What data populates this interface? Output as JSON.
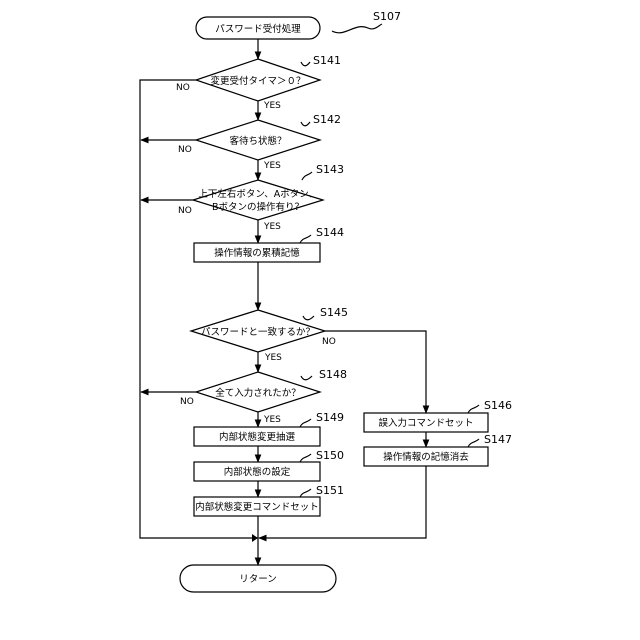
{
  "diagram": {
    "ref_label": "S107",
    "start": {
      "text": "パスワード受付処理"
    },
    "end": {
      "text": "リターン"
    },
    "decisions": [
      {
        "id": "S141",
        "lines": [
          "変更受付タイマ＞０？"
        ],
        "yes": "YES",
        "no": "NO"
      },
      {
        "id": "S142",
        "lines": [
          "客待ち状態？"
        ],
        "yes": "YES",
        "no": "NO"
      },
      {
        "id": "S143",
        "lines": [
          "上下左右ボタン、Aボタン、",
          "Bボタンの操作有り？"
        ],
        "yes": "YES",
        "no": "NO"
      },
      {
        "id": "S145",
        "lines": [
          "パスワードと一致するか？"
        ],
        "yes": "YES",
        "no": "NO"
      },
      {
        "id": "S148",
        "lines": [
          "全て入力されたか？"
        ],
        "yes": "YES",
        "no": "NO"
      }
    ],
    "processes": [
      {
        "id": "S144",
        "text": "操作情報の累積記憶"
      },
      {
        "id": "S149",
        "text": "内部状態変更抽選"
      },
      {
        "id": "S150",
        "text": "内部状態の設定"
      },
      {
        "id": "S151",
        "text": "内部状態変更コマンドセット"
      },
      {
        "id": "S146",
        "text": "誤入力コマンドセット"
      },
      {
        "id": "S147",
        "text": "操作情報の記憶消去"
      }
    ]
  }
}
